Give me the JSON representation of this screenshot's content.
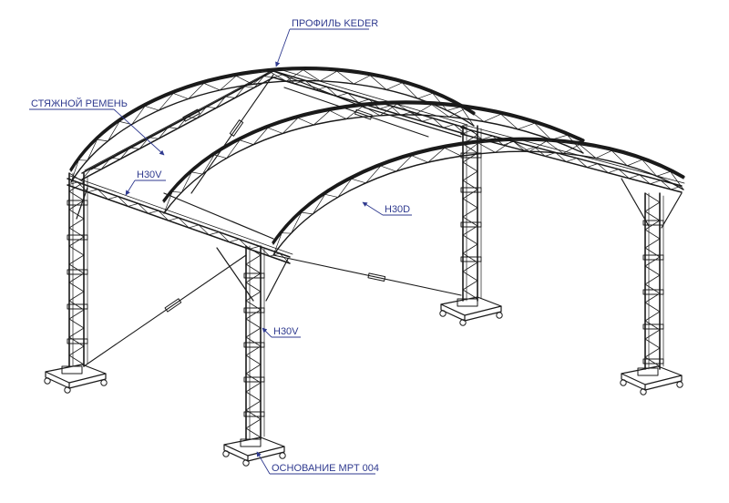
{
  "colors": {
    "structure": "#1a1a1a",
    "callout": "#2f3a8f",
    "background": "#ffffff"
  },
  "callouts": {
    "keder_profile": "ПРОФИЛЬ KEDER",
    "tension_strap": "СТЯЖНОЙ РЕМЕНЬ",
    "h30v_top": "H30V",
    "h30d": "H30D",
    "h30v_column": "H30V",
    "base": "ОСНОВАНИЕ MPT 004"
  }
}
